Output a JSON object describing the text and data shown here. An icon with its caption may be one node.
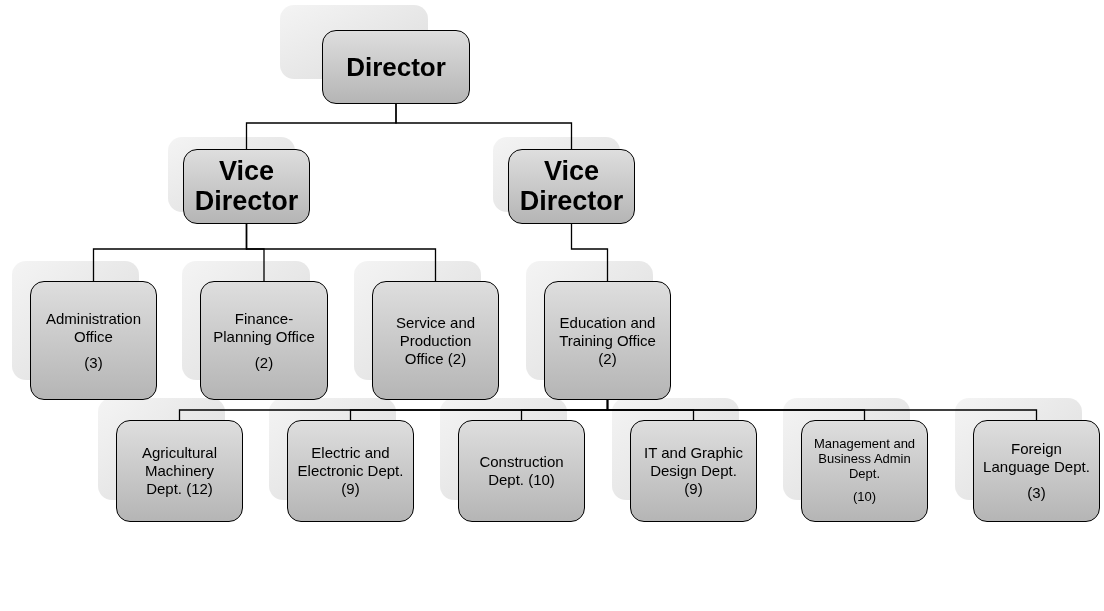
{
  "diagram": {
    "nodes": [
      {
        "text": [
          "Director"
        ]
      },
      {
        "text": [
          "Vice Director"
        ]
      },
      {
        "text": [
          "Vice Director"
        ]
      },
      {
        "text": [
          "Administration Office",
          "(3)"
        ]
      },
      {
        "text": [
          "Finance-Planning Office",
          "(2)"
        ]
      },
      {
        "text": [
          "Service and Production Office (2)"
        ]
      },
      {
        "text": [
          "Education and Training Office (2)"
        ]
      },
      {
        "text": [
          "Agricultural Machinery Dept. (12)"
        ]
      },
      {
        "text": [
          "Electric and Electronic Dept. (9)"
        ]
      },
      {
        "text": [
          "Construction Dept. (10)"
        ]
      },
      {
        "text": [
          "IT and Graphic Design Dept. (9)"
        ]
      },
      {
        "text": [
          "Management and Business Admin Dept.",
          "(10)"
        ]
      },
      {
        "text": [
          "Foreign Language Dept.",
          "(3)"
        ]
      }
    ],
    "edges": [
      {
        "from": 0,
        "to": 1,
        "arrow": "none"
      },
      {
        "from": 0,
        "to": 2,
        "arrow": "none"
      },
      {
        "from": 1,
        "to": 3,
        "arrow": "none"
      },
      {
        "from": 1,
        "to": 4,
        "arrow": "none"
      },
      {
        "from": 1,
        "to": 5,
        "arrow": "none"
      },
      {
        "from": 2,
        "to": 6,
        "arrow": "none"
      },
      {
        "from": 6,
        "to": 7,
        "arrow": "none"
      },
      {
        "from": 6,
        "to": 8,
        "arrow": "none"
      },
      {
        "from": 6,
        "to": 9,
        "arrow": "none"
      },
      {
        "from": 6,
        "to": 10,
        "arrow": "none"
      },
      {
        "from": 6,
        "to": 11,
        "arrow": "none"
      },
      {
        "from": 6,
        "to": 12,
        "arrow": "none"
      }
    ]
  }
}
